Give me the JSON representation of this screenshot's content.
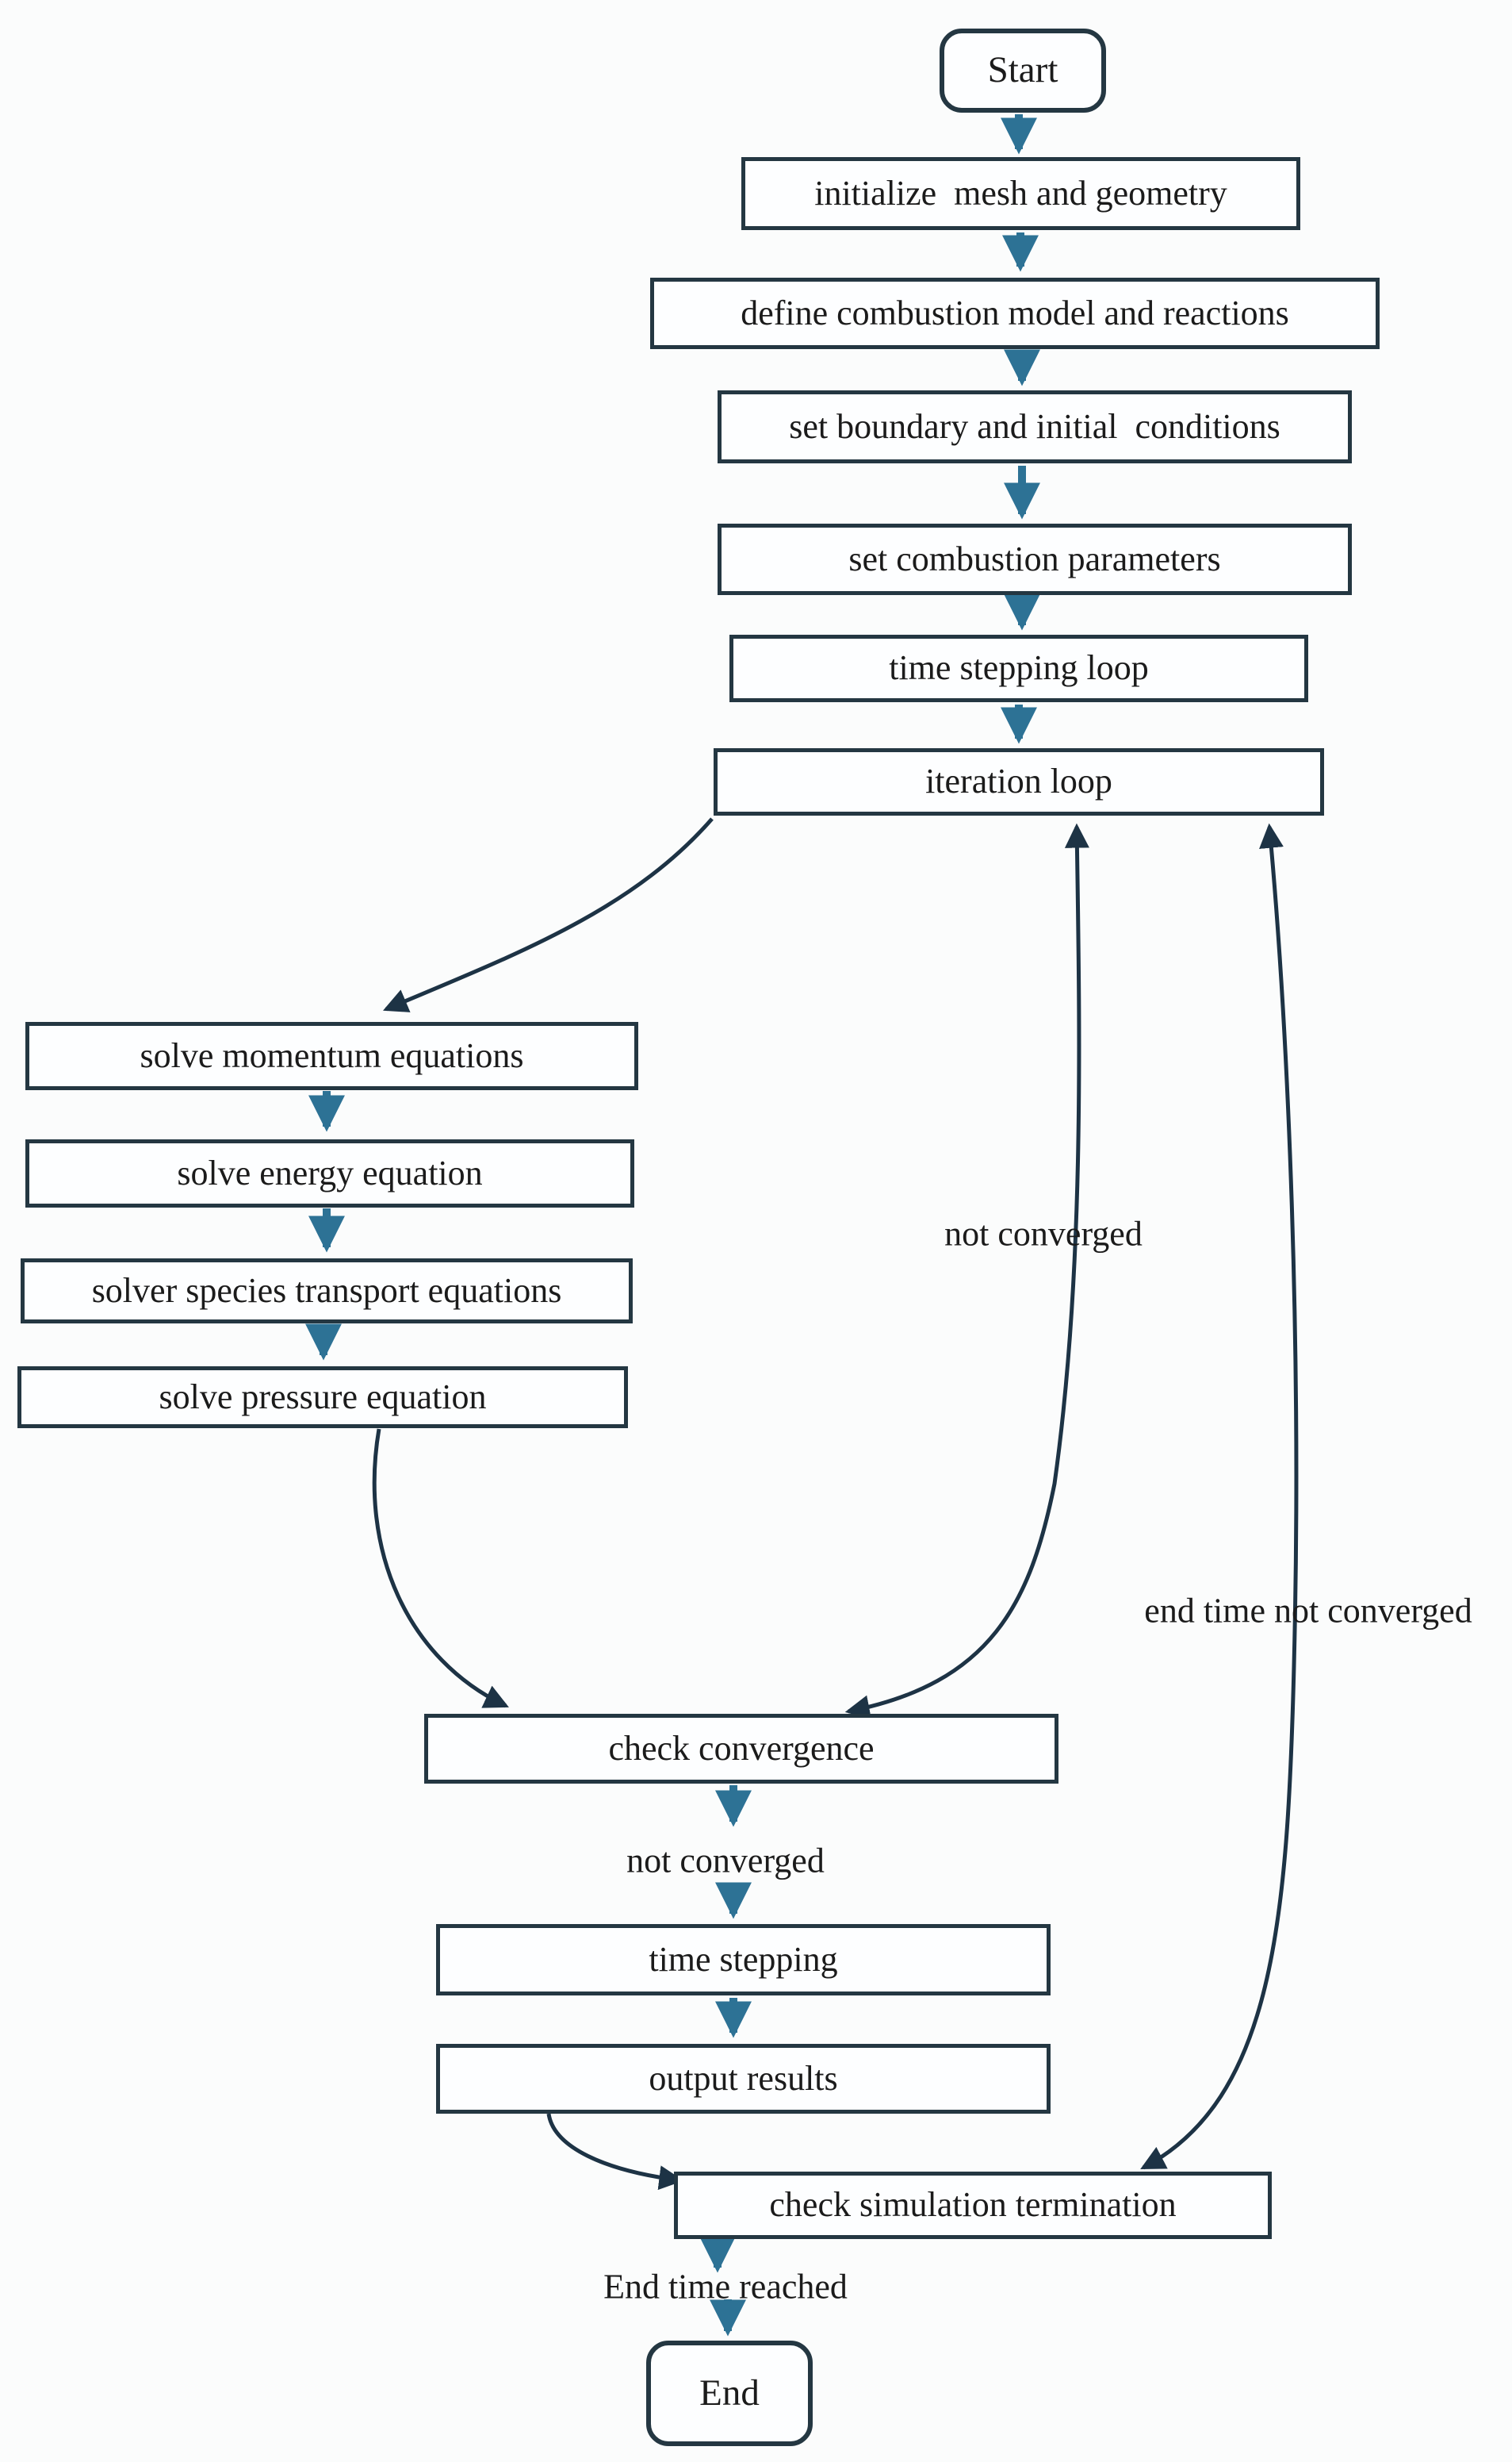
{
  "colors": {
    "arrow": "#2d7295",
    "line": "#1d3345",
    "box-border": "#243742",
    "box-fill": "#fdfeff",
    "text": "#1b1b1b",
    "bg": "#fbfcfc"
  },
  "nodes": {
    "start": {
      "label": "Start",
      "type": "terminator"
    },
    "init_mesh": {
      "label": "initialize  mesh and geometry",
      "type": "process"
    },
    "define_model": {
      "label": "define combustion model and reactions",
      "type": "process"
    },
    "boundary": {
      "label": "set boundary and initial  conditions",
      "type": "process"
    },
    "parameters": {
      "label": "set combustion parameters",
      "type": "process"
    },
    "time_stepping_loop": {
      "label": "time stepping loop",
      "type": "process"
    },
    "iteration_loop": {
      "label": "iteration loop",
      "type": "process"
    },
    "momentum": {
      "label": "solve momentum equations",
      "type": "process"
    },
    "energy": {
      "label": "solve energy equation",
      "type": "process"
    },
    "species": {
      "label": "solver species transport equations",
      "type": "process"
    },
    "pressure": {
      "label": "solve pressure equation",
      "type": "process"
    },
    "check_convergence": {
      "label": "check convergence",
      "type": "process"
    },
    "time_stepping": {
      "label": "time stepping",
      "type": "process"
    },
    "output_results": {
      "label": "output results",
      "type": "process"
    },
    "check_termination": {
      "label": "check simulation termination",
      "type": "process"
    },
    "end": {
      "label": "End",
      "type": "terminator"
    }
  },
  "edge_labels": {
    "not_converged_inner": "not converged",
    "not_converged_after_check": "not converged",
    "end_time_not_converged": "end time not converged",
    "end_time_reached": "End time reached"
  }
}
